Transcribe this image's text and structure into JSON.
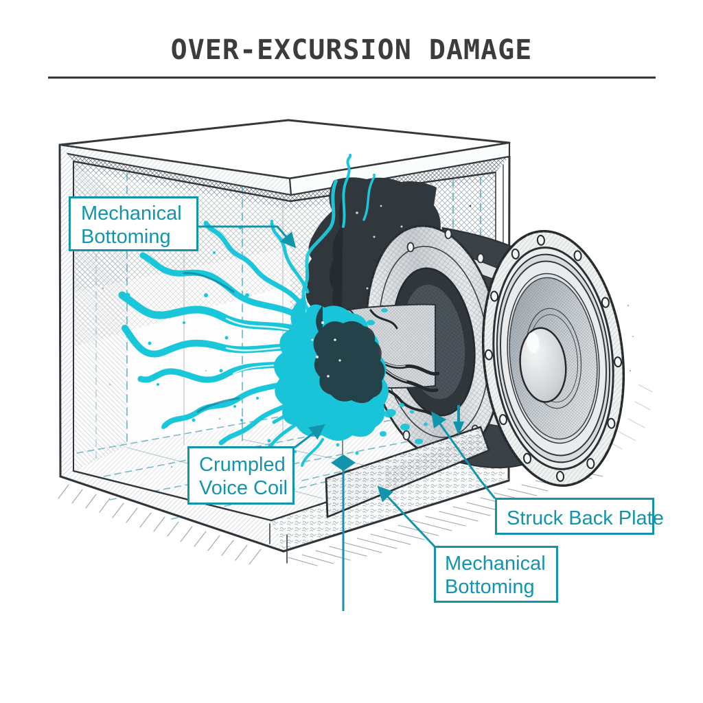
{
  "title": {
    "text": "OVER-EXCURSION DAMAGE"
  },
  "callouts": {
    "mechanical_bottoming_top": {
      "line1": "Mechanical",
      "line2": "Bottoming"
    },
    "crumpled_voice_coil": {
      "line1": "Crumpled",
      "line2": "Voice Coil"
    },
    "struck_back_plate": {
      "text": "Struck Back Plate"
    },
    "mechanical_bottoming_bottom": {
      "line1": "Mechanical",
      "line2": "Bottoming"
    }
  },
  "colors": {
    "callout_teal": "#1295ab",
    "splash_cyan": "#1ac6da",
    "ink_dark": "#2b3036",
    "pencil_gray": "#8e979e",
    "title_gray": "#3c3c3c"
  }
}
